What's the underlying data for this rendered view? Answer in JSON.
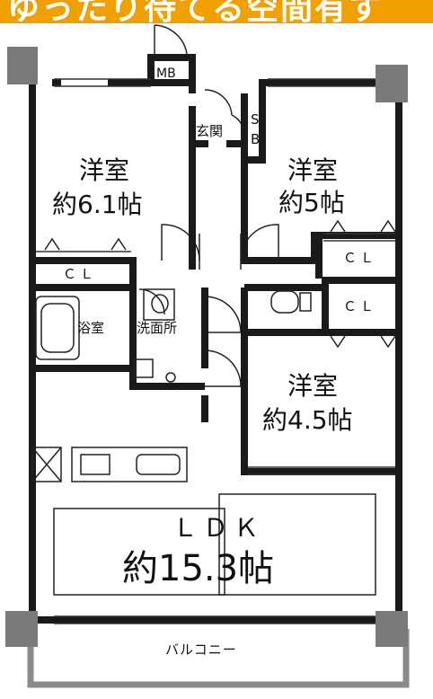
{
  "banner": {
    "text": "ゆったり待てる空間有す",
    "bg_color": "#f0a000",
    "text_color": "#ffffff"
  },
  "rooms": {
    "western_1": {
      "name": "洋室",
      "size": "約6.1帖"
    },
    "western_2": {
      "name": "洋室",
      "size": "約5帖"
    },
    "western_3": {
      "name": "洋室",
      "size": "約4.5帖"
    },
    "ldk": {
      "name": "ＬＤＫ",
      "size": "約15.3帖"
    }
  },
  "labels": {
    "mb": "MB",
    "entrance": "玄関",
    "shoe_box_s": "S",
    "shoe_box_b": "B",
    "closet_1": "ＣＬ",
    "closet_2": "ＣＬ",
    "closet_3": "ＣＬ",
    "bath": "浴室",
    "washroom": "洗面所",
    "balcony": "バルコニー"
  },
  "colors": {
    "wall": "#1a1a1a",
    "pillar": "#7a7a7a",
    "balcony_rail": "#8a8a8a"
  }
}
